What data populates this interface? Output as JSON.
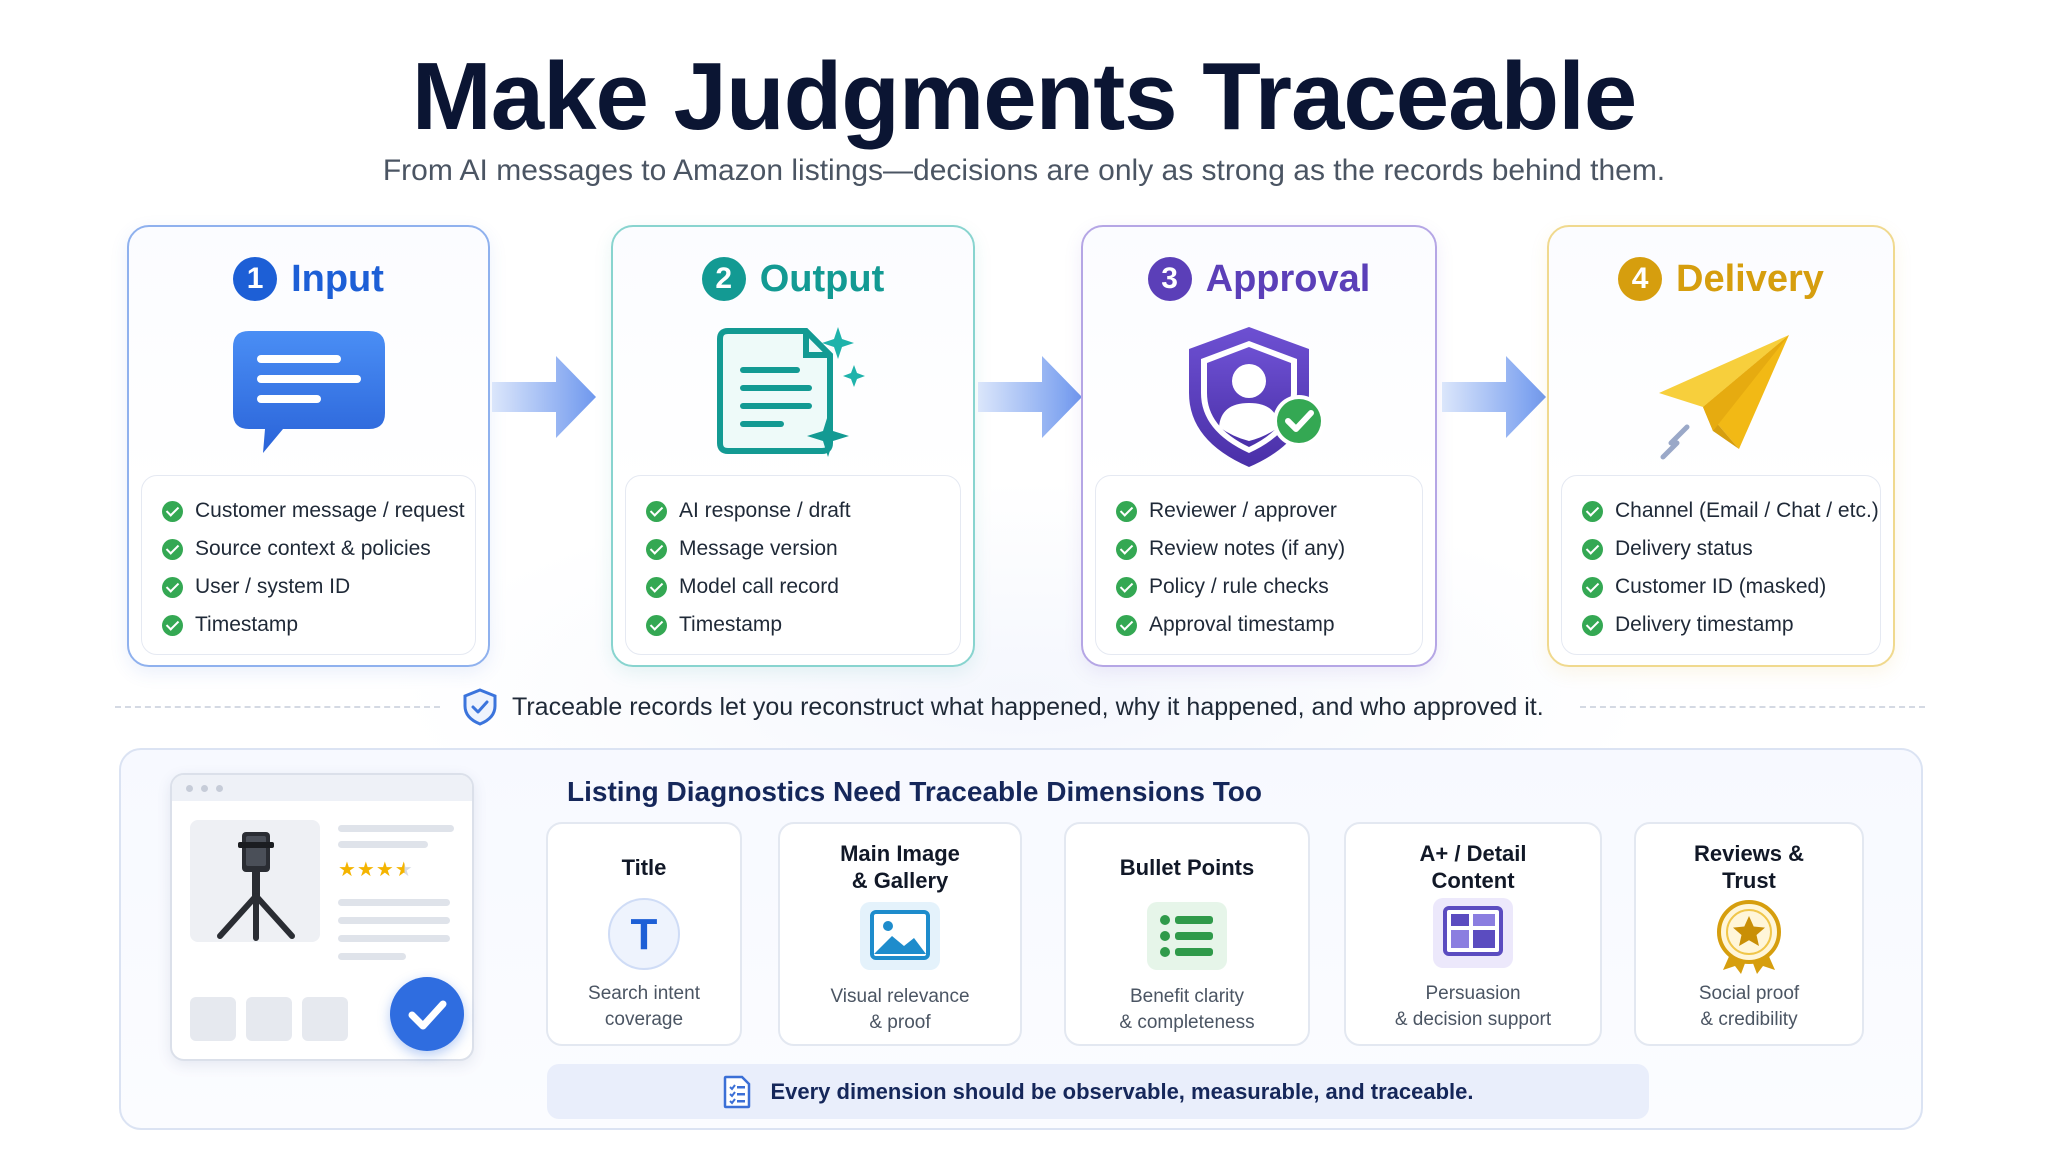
{
  "header": {
    "title": "Make Judgments Traceable",
    "subtitle": "From AI messages to Amazon listings—decisions are only as strong as the records behind them."
  },
  "steps": [
    {
      "number": "1",
      "title": "Input",
      "icon": "chat-bubble-icon",
      "color": "#1d5fd6",
      "items": [
        "Customer message / request",
        "Source context & policies",
        "User / system ID",
        "Timestamp"
      ]
    },
    {
      "number": "2",
      "title": "Output",
      "icon": "document-sparkle-icon",
      "color": "#139a93",
      "items": [
        "AI response / draft",
        "Message version",
        "Model call record",
        "Timestamp"
      ]
    },
    {
      "number": "3",
      "title": "Approval",
      "icon": "shield-user-check-icon",
      "color": "#5b3fb8",
      "items": [
        "Reviewer / approver",
        "Review notes (if any)",
        "Policy / rule checks",
        "Approval timestamp"
      ]
    },
    {
      "number": "4",
      "title": "Delivery",
      "icon": "paper-plane-icon",
      "color": "#d69e0e",
      "items": [
        "Channel (Email / Chat / etc.)",
        "Delivery status",
        "Customer ID (masked)",
        "Delivery timestamp"
      ]
    }
  ],
  "divider": {
    "icon": "shield-check-icon",
    "text": "Traceable records let you reconstruct what happened, why it happened, and who approved it."
  },
  "listing": {
    "title": "Listing Diagnostics Need Traceable Dimensions Too",
    "mockup": {
      "stars": "★★★★",
      "rating_stars": 3.5
    },
    "dimensions": [
      {
        "title": "Title",
        "icon": "letter-t-icon",
        "glyph": "T",
        "desc_line1": "Search intent",
        "desc_line2": "coverage"
      },
      {
        "title": "Main Image\n& Gallery",
        "icon": "image-icon",
        "desc_line1": "Visual relevance",
        "desc_line2": "& proof"
      },
      {
        "title": "Bullet Points",
        "icon": "bullet-list-icon",
        "desc_line1": "Benefit clarity",
        "desc_line2": "& completeness"
      },
      {
        "title": "A+ / Detail\nContent",
        "icon": "layout-icon",
        "desc_line1": "Persuasion",
        "desc_line2": "& decision support"
      },
      {
        "title": "Reviews &\nTrust",
        "icon": "star-badge-icon",
        "desc_line1": "Social proof",
        "desc_line2": "& credibility"
      }
    ],
    "footer": {
      "icon": "checklist-document-icon",
      "text": "Every dimension should be observable, measurable, and traceable."
    }
  }
}
